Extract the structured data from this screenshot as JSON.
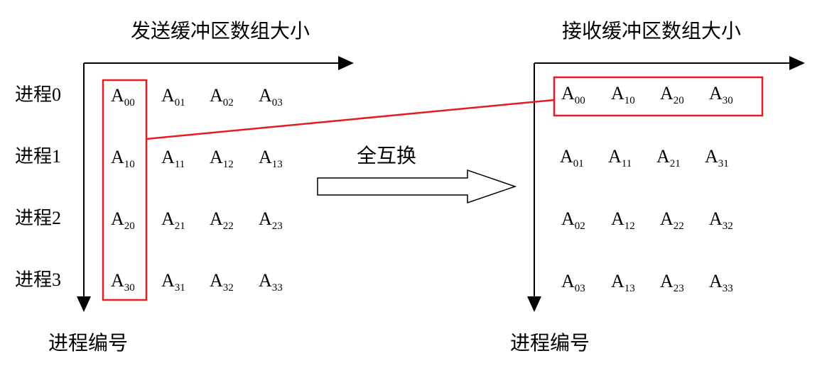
{
  "send_side": {
    "title": "发送缓冲区数组大小",
    "axis_label": "进程编号",
    "rows": [
      {
        "label": "进程",
        "num": "0",
        "cells": [
          [
            "A",
            "00"
          ],
          [
            "A",
            "01"
          ],
          [
            "A",
            "02"
          ],
          [
            "A",
            "03"
          ]
        ]
      },
      {
        "label": "进程",
        "num": "1",
        "cells": [
          [
            "A",
            "10"
          ],
          [
            "A",
            "11"
          ],
          [
            "A",
            "12"
          ],
          [
            "A",
            "13"
          ]
        ]
      },
      {
        "label": "进程",
        "num": "2",
        "cells": [
          [
            "A",
            "20"
          ],
          [
            "A",
            "21"
          ],
          [
            "A",
            "22"
          ],
          [
            "A",
            "23"
          ]
        ]
      },
      {
        "label": "进程",
        "num": "3",
        "cells": [
          [
            "A",
            "30"
          ],
          [
            "A",
            "31"
          ],
          [
            "A",
            "32"
          ],
          [
            "A",
            "33"
          ]
        ]
      }
    ]
  },
  "operation": {
    "label": "全互换"
  },
  "recv_side": {
    "title": "接收缓冲区数组大小",
    "axis_label": "进程编号",
    "rows": [
      {
        "cells": [
          [
            "A",
            "00"
          ],
          [
            "A",
            "10"
          ],
          [
            "A",
            "20"
          ],
          [
            "A",
            "30"
          ]
        ]
      },
      {
        "cells": [
          [
            "A",
            "01"
          ],
          [
            "A",
            "11"
          ],
          [
            "A",
            "21"
          ],
          [
            "A",
            "31"
          ]
        ]
      },
      {
        "cells": [
          [
            "A",
            "02"
          ],
          [
            "A",
            "12"
          ],
          [
            "A",
            "22"
          ],
          [
            "A",
            "32"
          ]
        ]
      },
      {
        "cells": [
          [
            "A",
            "03"
          ],
          [
            "A",
            "13"
          ],
          [
            "A",
            "23"
          ],
          [
            "A",
            "33"
          ]
        ]
      }
    ]
  },
  "colors": {
    "highlight": "#e51c23",
    "axis": "#000000"
  }
}
